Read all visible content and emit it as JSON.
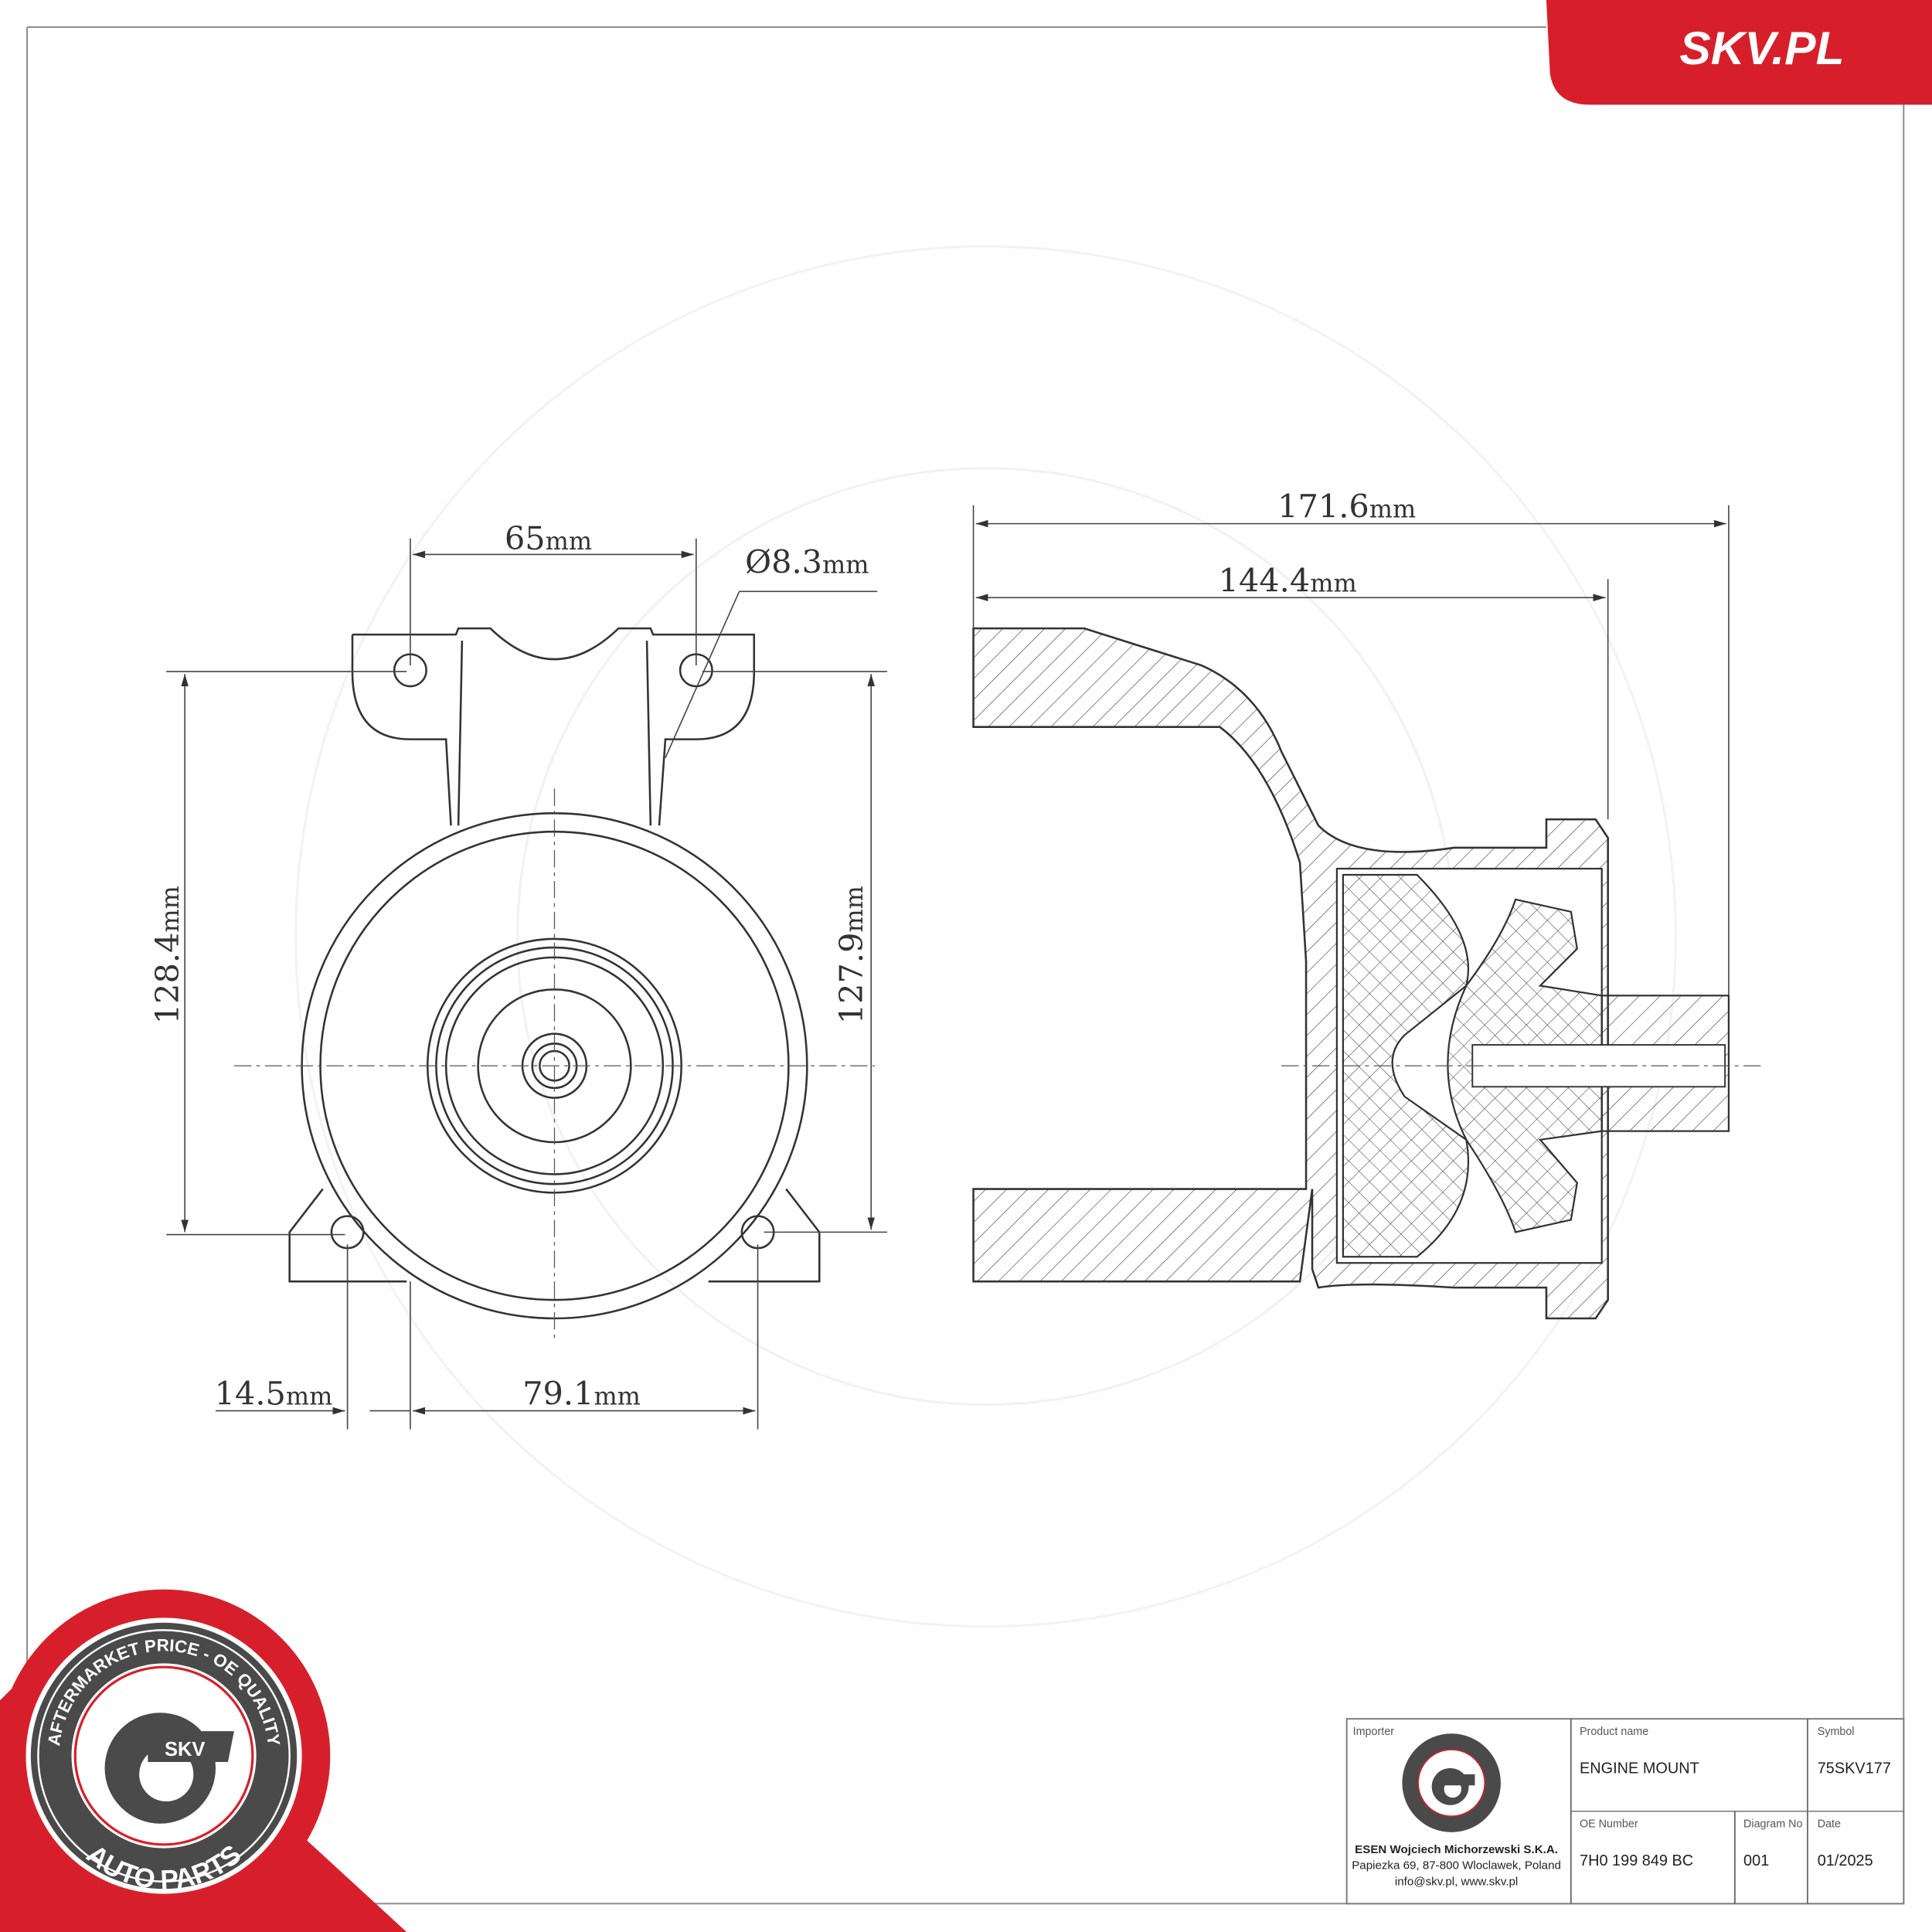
{
  "brand": {
    "site_label": "SKV.PL",
    "accent_color": "#d71f2b",
    "ring_color": "#4a4a4a"
  },
  "badge": {
    "top_text": "AFTERMARKET PRICE - OE QUALITY",
    "bottom_text": "AUTO PARTS",
    "logo_text": "SKV"
  },
  "dimensions": {
    "width_65": "65",
    "dia_8_3": "Ø8.3",
    "height_128_4": "128.4",
    "height_127_9": "127.9",
    "offset_14_5": "14.5",
    "spacing_79_1": "79.1",
    "length_171_6": "171.6",
    "length_144_4": "144.4",
    "unit": "mm"
  },
  "title_block": {
    "importer_label": "Importer",
    "importer_name": "ESEN Wojciech Michorzewski S.K.A.",
    "importer_address": "Papiezka 69, 87-800 Wloclawek, Poland",
    "importer_contact": "info@skv.pl, www.skv.pl",
    "product_name_label": "Product name",
    "product_name": "ENGINE MOUNT",
    "symbol_label": "Symbol",
    "symbol": "75SKV177",
    "oe_number_label": "OE Number",
    "oe_number": "7H0 199 849 BC",
    "diagram_no_label": "Diagram No",
    "diagram_no": "001",
    "date_label": "Date",
    "date": "01/2025"
  }
}
